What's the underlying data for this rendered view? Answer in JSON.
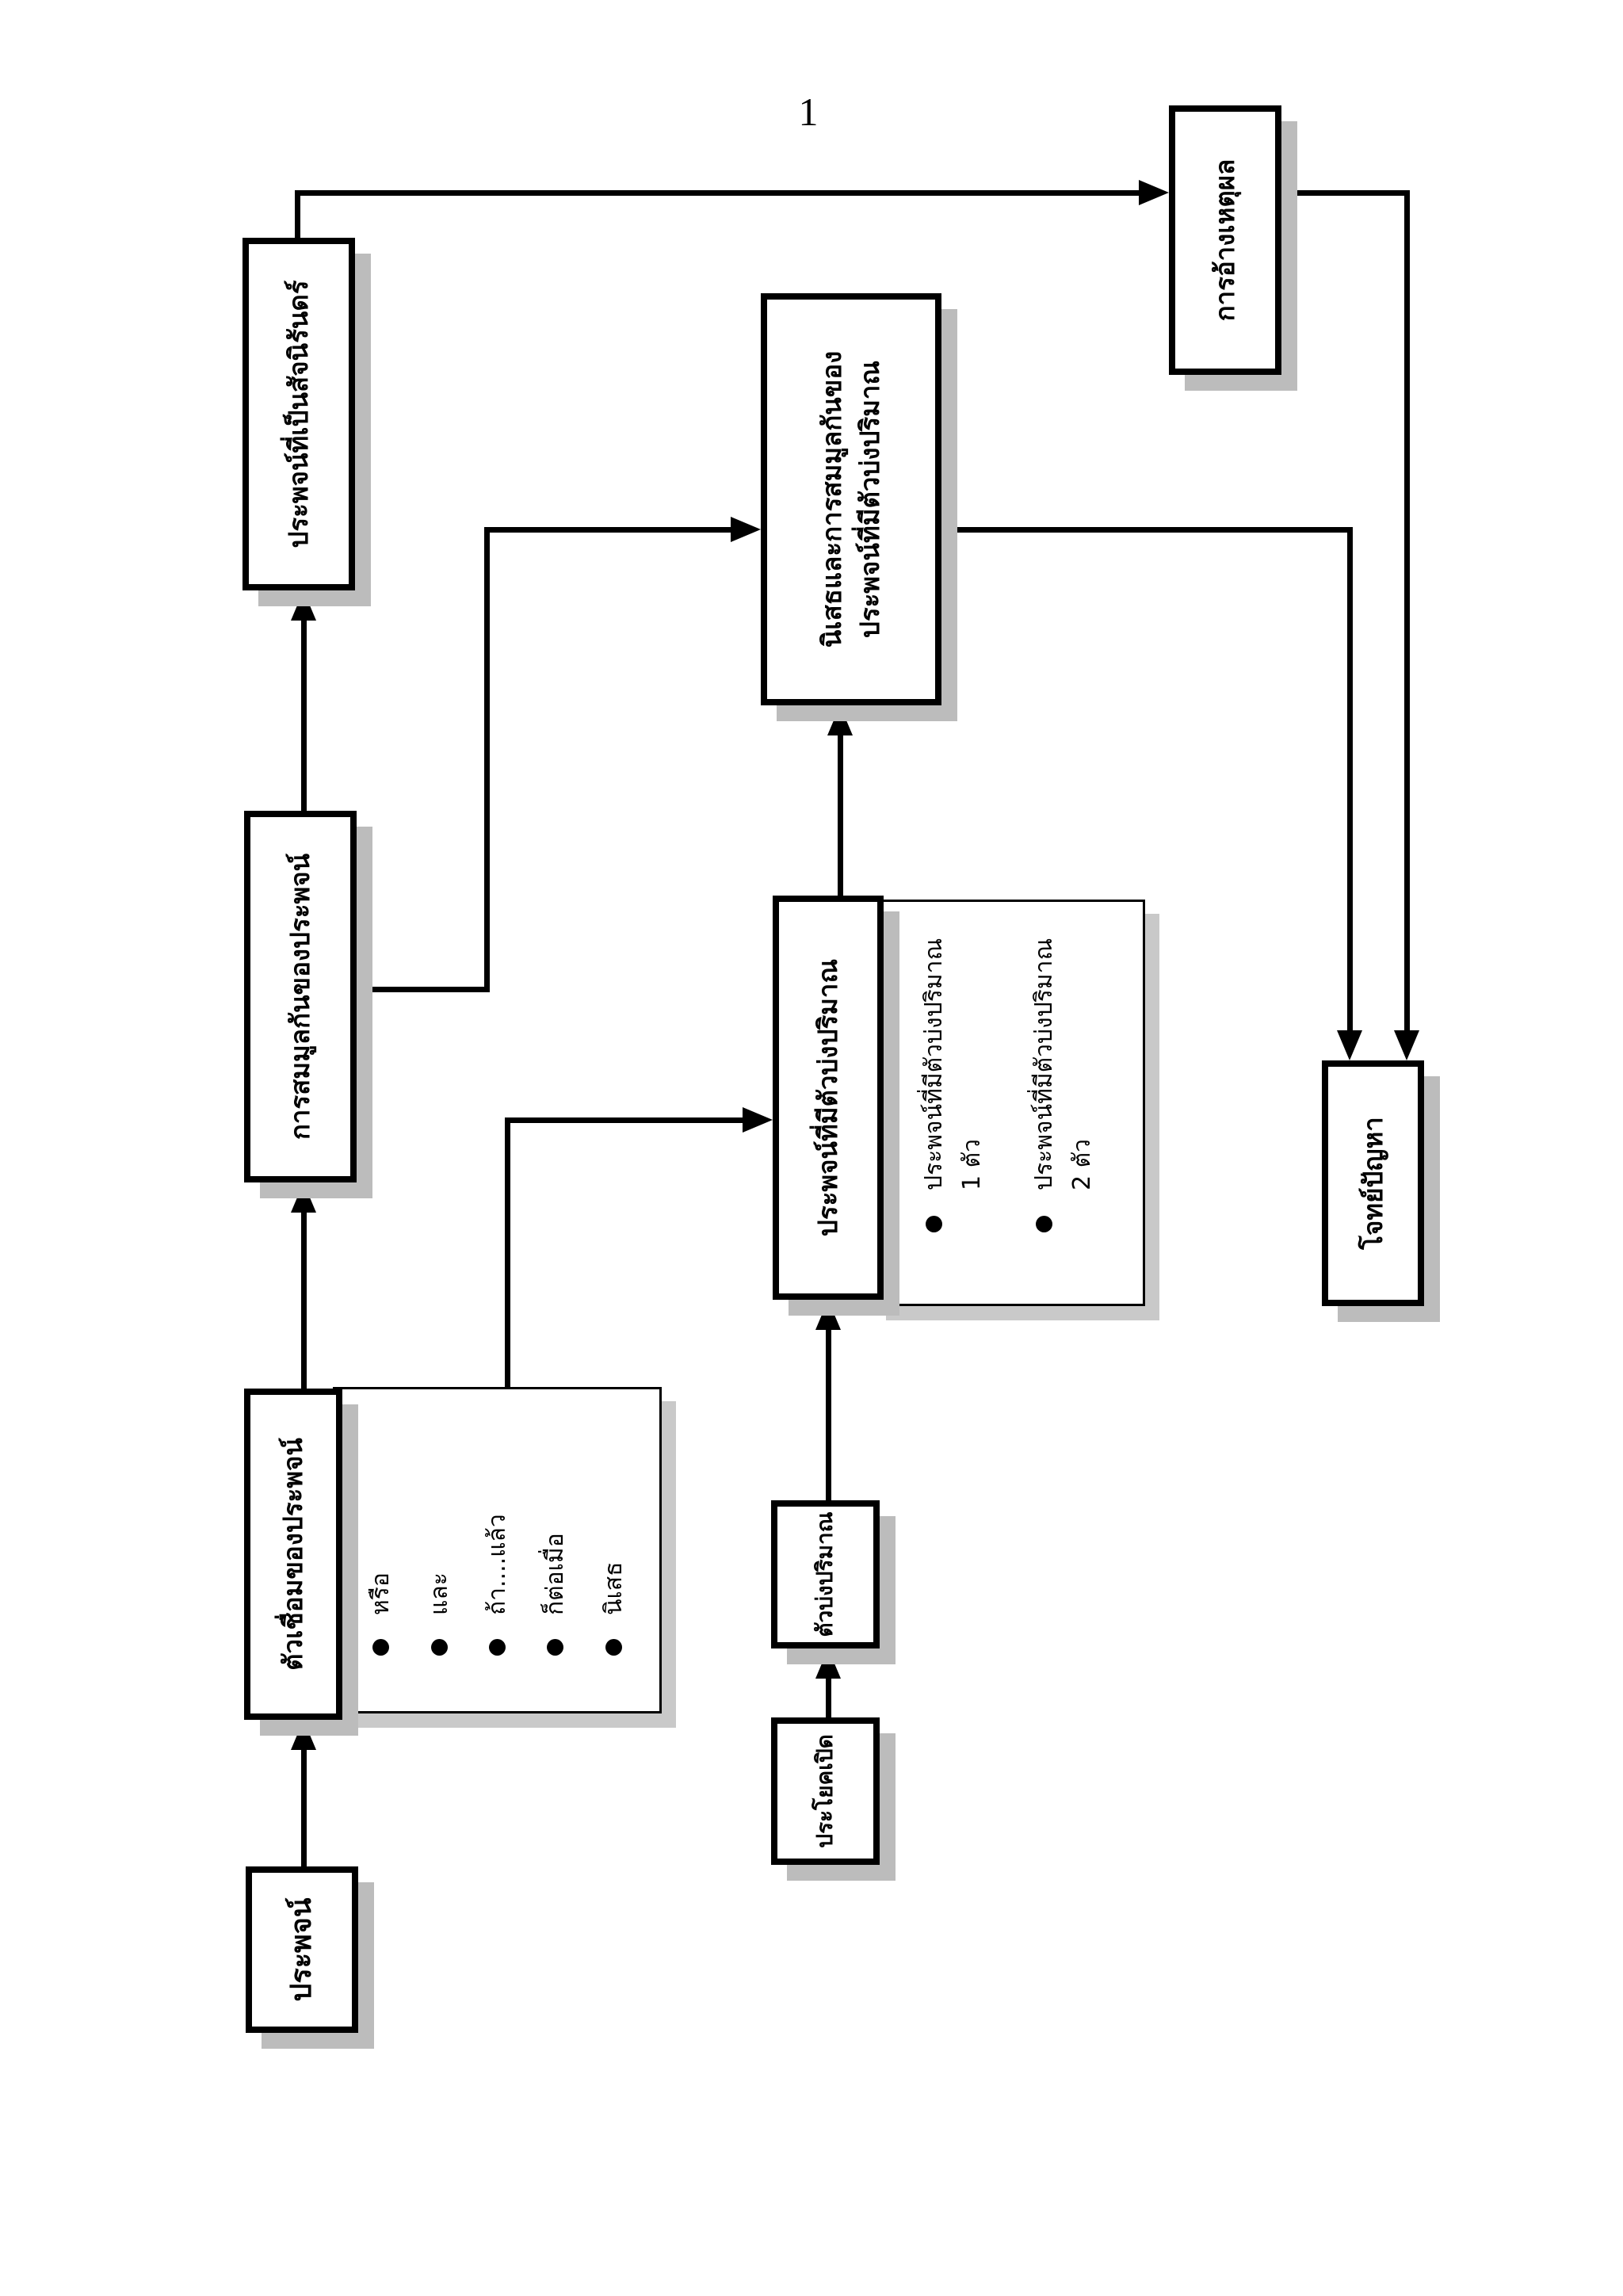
{
  "page": {
    "number": "1"
  },
  "boxes": {
    "proposition": {
      "label": "ประพจน์"
    },
    "connectives": {
      "label": "ตัวเชื่อมของประพจน์"
    },
    "equivalence": {
      "label": "การสมมูลกันของประพจน์"
    },
    "tautology": {
      "label": "ประพจน์ที่เป็นสัจนิรันดร์"
    },
    "open_sentence": {
      "label": "ประโยคเปิด"
    },
    "quantifier": {
      "label": "ตัวบ่งปริมาณ"
    },
    "quantified_prop": {
      "label": "ประพจน์ที่มีตัวบ่งปริมาณ"
    },
    "neg_equiv_quantified": {
      "label": "นิเสธและการสมมูลกันของ\nประพจน์ที่มีตัวบ่งปริมาณ"
    },
    "argument": {
      "label": "การอ้างเหตุผล"
    },
    "word_problems": {
      "label": "โจทย์ปัญหา"
    }
  },
  "connective_items": [
    "หรือ",
    "และ",
    "ถ้า....แล้ว",
    "ก็ต่อเมื่อ",
    "นิเสธ"
  ],
  "quantified_items": [
    "ประพจน์ที่มีตัวบ่งปริมาณ\n1 ตัว",
    "ประพจน์ที่มีตัวบ่งปริมาณ\n2 ตัว"
  ],
  "icons": {
    "bullet": "filled-circle"
  }
}
